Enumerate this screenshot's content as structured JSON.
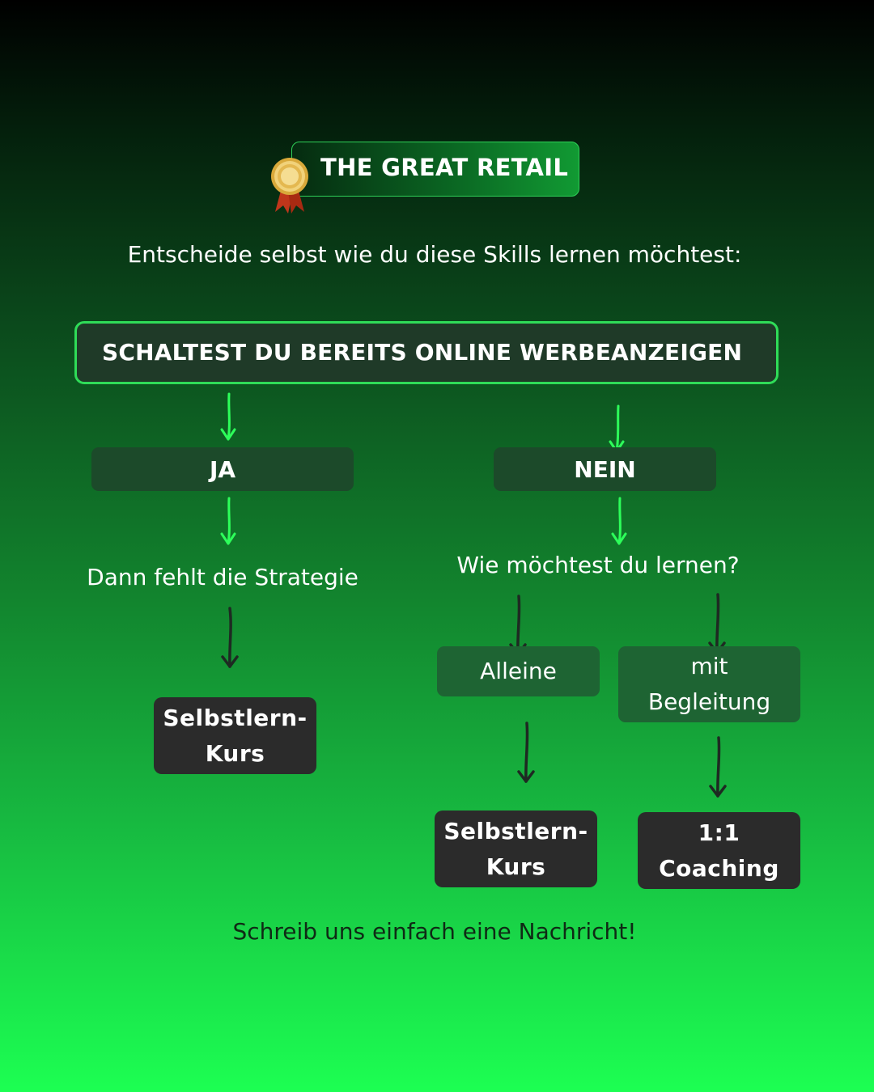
{
  "badge": {
    "title": "THE GREAT RETAIL",
    "icon": "medal-icon"
  },
  "subtitle": "Entscheide selbst wie du diese Skills lernen möchtest:",
  "question": "SCHALTEST DU BEREITS ONLINE WERBEANZEIGEN",
  "answers": {
    "yes": "JA",
    "no": "NEIN"
  },
  "yes_branch": {
    "statement": "Dann fehlt die Strategie",
    "result": "Selbstlern-\nKurs"
  },
  "no_branch": {
    "question": "Wie möchtest du lernen?",
    "options": {
      "alone": "Alleine",
      "guided": "mit\nBegleitung"
    },
    "results": {
      "alone": "Selbstlern-\nKurs",
      "guided": "1:1\nCoaching"
    }
  },
  "footer": "Schreib uns einfach eine Nachricht!",
  "colors": {
    "bright_arrow": "#2dff5a",
    "dark_arrow": "#1e2a22",
    "dark_box": "#2b2b2b",
    "accent_border": "#2fdc58"
  }
}
